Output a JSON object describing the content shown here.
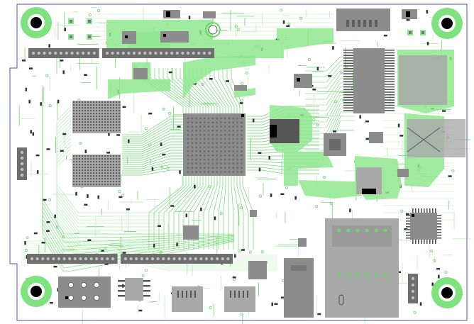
{
  "board": {
    "colors": {
      "background": "#ffffff",
      "outline": "#6a6ad8",
      "trace": "#6fd46f",
      "trace_light": "#b8eeb8",
      "pour": "#8fe88f",
      "pad_ring": "#7ee27e",
      "hole": "#000000",
      "component": "#8c8c8c",
      "component_light": "#a9a9a9",
      "component_dark": "#555555",
      "silk": "#333333",
      "solid": "#000000"
    },
    "mounting_holes": [
      "top-left",
      "top-right",
      "bottom-left",
      "bottom-right"
    ],
    "components": [
      "bga-main-processor",
      "memory-chip-upper",
      "memory-chip-lower",
      "flash-chip-right",
      "ethernet-jack",
      "usb-connector-left",
      "usb-connector-right",
      "power-jack",
      "header-top-left",
      "header-top-middle",
      "header-bottom-left",
      "header-bottom-middle",
      "header-left-edge",
      "header-bottom-2x3",
      "qfp-right",
      "qfn-center-right",
      "inductor",
      "regulator"
    ]
  }
}
